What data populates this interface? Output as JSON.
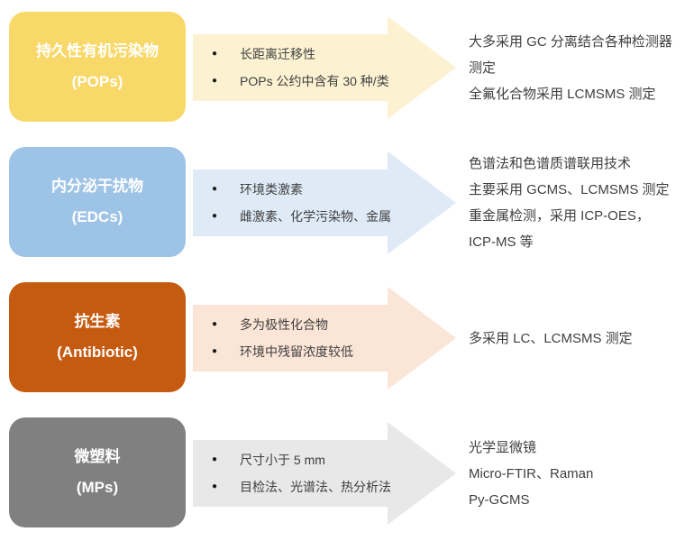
{
  "colors": {
    "background": "#FFFFFF",
    "box_text": "#FFFFFF",
    "body_text": "#3F3F3F",
    "bullet_dot": "#1A1A1A"
  },
  "rows": [
    {
      "id": "pops",
      "box": {
        "title": "持久性有机污染物",
        "subtitle": "(POPs)"
      },
      "box_color": "#F8D868",
      "arrow_color": "#FCF2D2",
      "bullets": [
        "长距离迁移性",
        "POPs 公约中含有 30 种/类"
      ],
      "right_lines": [
        "大多采用 GC 分离结合各种检测器",
        "测定",
        "全氟化合物采用 LCMSMS 测定"
      ]
    },
    {
      "id": "edcs",
      "box": {
        "title": "内分泌干扰物",
        "subtitle": "(EDCs)"
      },
      "box_color": "#9DC3E6",
      "arrow_color": "#DEEBF7",
      "bullets": [
        "环境类激素",
        "雌激素、化学污染物、金属"
      ],
      "right_lines": [
        "色谱法和色谱质谱联用技术",
        "主要采用 GCMS、LCMSMS 测定",
        "重金属检测，采用 ICP-OES，",
        "ICP-MS 等"
      ]
    },
    {
      "id": "antibiotic",
      "box": {
        "title": "抗生素",
        "subtitle": "(Antibiotic)"
      },
      "box_color": "#C55A11",
      "arrow_color": "#FBE5D6",
      "bullets": [
        "多为极性化合物",
        "环境中残留浓度较低"
      ],
      "right_lines": [
        "多采用 LC、LCMSMS 测定"
      ]
    },
    {
      "id": "mps",
      "box": {
        "title": "微塑料",
        "subtitle": "(MPs)"
      },
      "box_color": "#808080",
      "arrow_color": "#E9E8E8",
      "bullets": [
        "尺寸小于 5 mm",
        "目检法、光谱法、热分析法"
      ],
      "right_lines": [
        "光学显微镜",
        "Micro-FTIR、Raman",
        "Py-GCMS"
      ]
    }
  ]
}
